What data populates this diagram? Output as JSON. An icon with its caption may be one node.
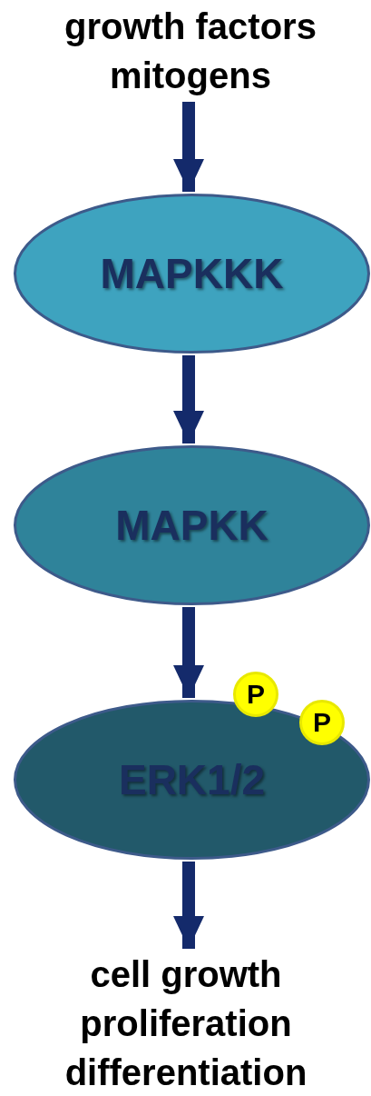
{
  "diagram": {
    "nodes": [
      {
        "text": [
          "growth factors mitogens"
        ]
      },
      {
        "text": [
          "MAPKKK"
        ]
      },
      {
        "text": [
          "MAPKK"
        ]
      },
      {
        "text": [
          "ERK1/2"
        ]
      },
      {
        "text": [
          "P"
        ]
      },
      {
        "text": [
          "P"
        ]
      },
      {
        "text": [
          "cell growth proliferation differentiation"
        ]
      }
    ],
    "edges": [
      {
        "from": 0,
        "to": 1,
        "arrow": "to"
      },
      {
        "from": 1,
        "to": 2,
        "arrow": "to"
      },
      {
        "from": 2,
        "to": 3,
        "arrow": "to"
      },
      {
        "from": 3,
        "to": 6,
        "arrow": "to"
      }
    ]
  }
}
